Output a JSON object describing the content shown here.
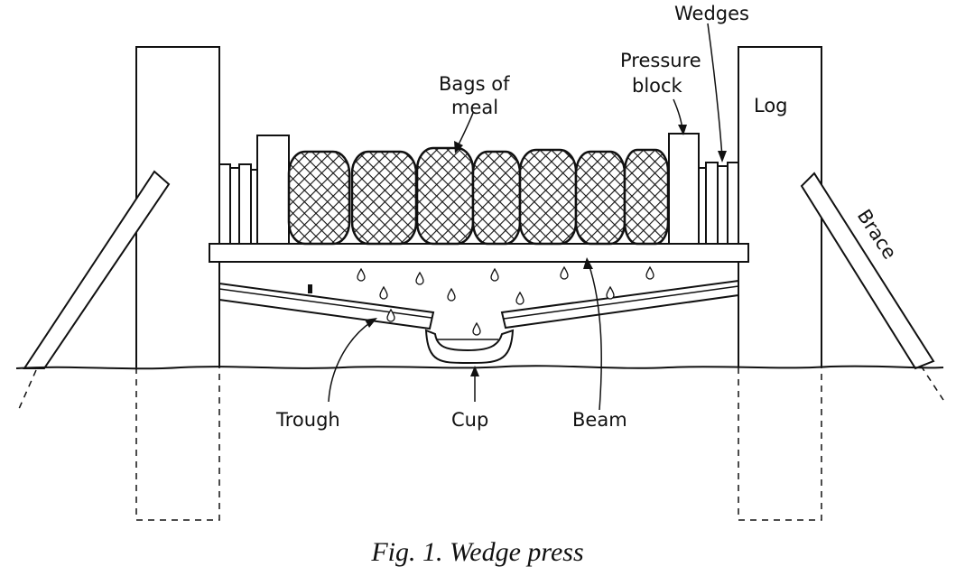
{
  "labels": {
    "wedges": "Wedges",
    "pressure_block_line1": "Pressure",
    "pressure_block_line2": "block",
    "bags_line1": "Bags of",
    "bags_line2": "meal",
    "log": "Log",
    "brace": "Brace",
    "trough": "Trough",
    "cup": "Cup",
    "beam": "Beam"
  },
  "caption": "Fig. 1. Wedge press"
}
